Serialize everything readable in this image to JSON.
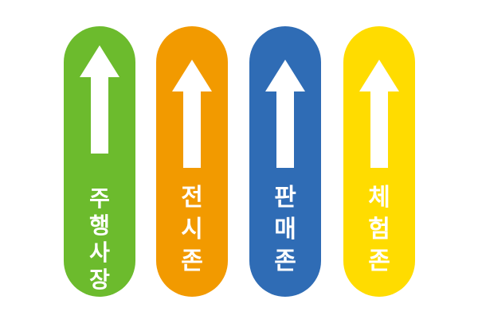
{
  "signs": [
    {
      "label": "주행사장",
      "lines": [
        "주",
        "행",
        "사",
        "장"
      ],
      "color": "#6cbb2d"
    },
    {
      "label": "전시존",
      "lines": [
        "전",
        "시",
        "존"
      ],
      "color": "#f29a00"
    },
    {
      "label": "판매존",
      "lines": [
        "판",
        "매",
        "존"
      ],
      "color": "#2f6cb5"
    },
    {
      "label": "체험존",
      "lines": [
        "체",
        "험",
        "존"
      ],
      "color": "#ffdc00"
    }
  ],
  "icons": {
    "arrow": "arrow-up-icon"
  }
}
